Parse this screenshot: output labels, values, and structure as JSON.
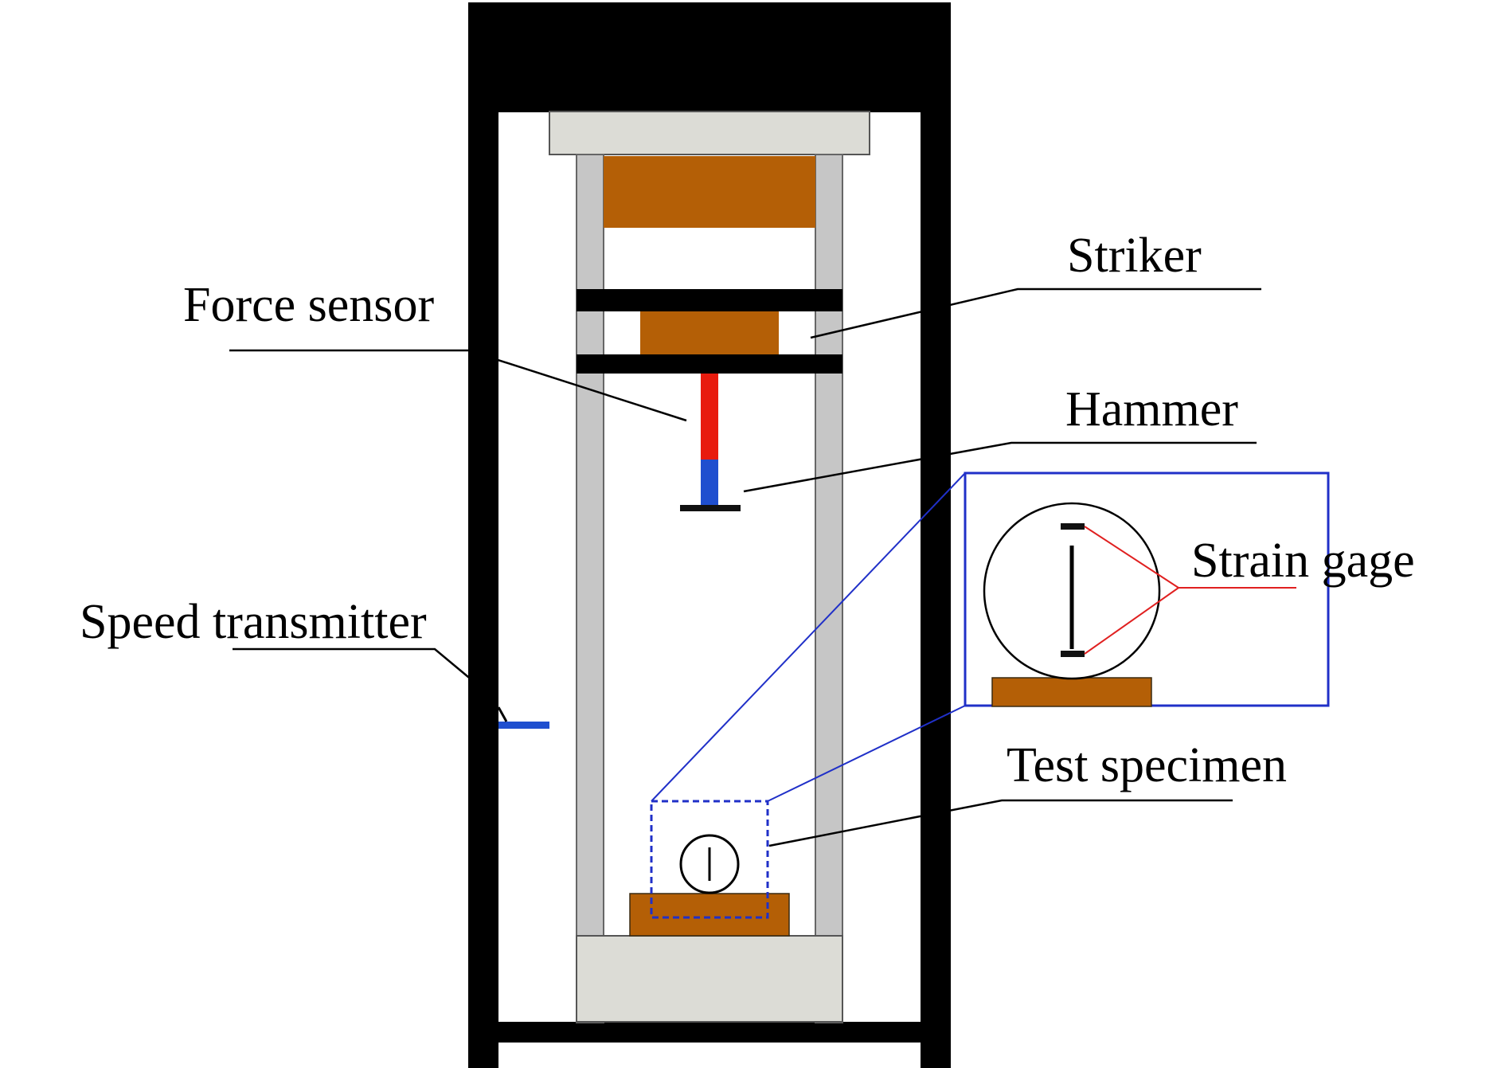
{
  "labels": {
    "striker": "Striker",
    "force_sensor": "Force sensor",
    "hammer": "Hammer",
    "strain_gage": "Strain gage",
    "speed_transmitter": "Speed transmitter",
    "test_specimen": "Test specimen"
  },
  "colors": {
    "frame": "#000000",
    "beam": "#b45f06",
    "column": "#c6c6c6",
    "column_edge": "#666666",
    "plate": "#dcdcd6",
    "sensor_red": "#e81b0e",
    "sensor_blue": "#1f4fcf",
    "detail_box": "#2030c8",
    "gage_line": "#e02020",
    "leader": "#000000"
  }
}
